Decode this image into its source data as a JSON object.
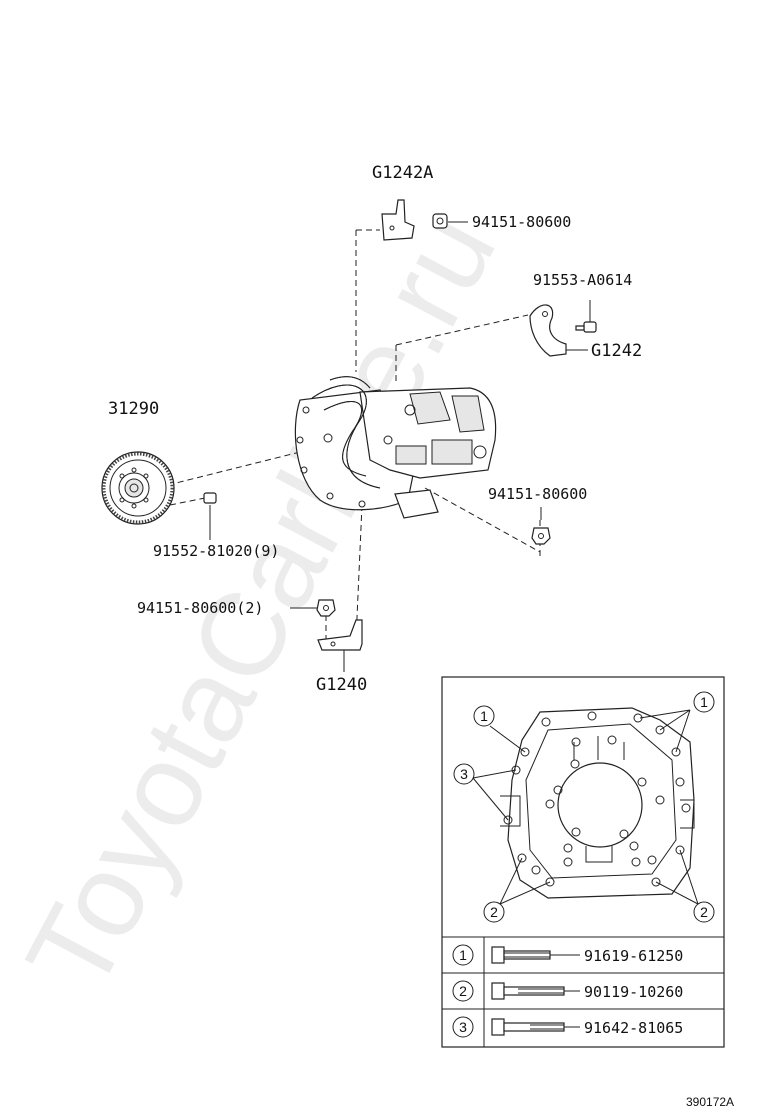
{
  "watermark": "ToyotaCarline.ru",
  "labels": {
    "g1242a": "G1242A",
    "p94151_top": "94151-80600",
    "p91553": "91553-A0614",
    "g1242": "G1242",
    "p31290": "31290",
    "p94151_mid": "94151-80600",
    "p91552": "91552-81020(9)",
    "p94151_bot": "94151-80600(2)",
    "g1240": "G1240"
  },
  "inset": {
    "markers": [
      "1",
      "1",
      "3",
      "2",
      "2"
    ],
    "bolt_table": [
      {
        "ref": "1",
        "part": "91619-61250"
      },
      {
        "ref": "2",
        "part": "90119-10260"
      },
      {
        "ref": "3",
        "part": "91642-81065"
      }
    ]
  },
  "diagram_code": "390172A"
}
